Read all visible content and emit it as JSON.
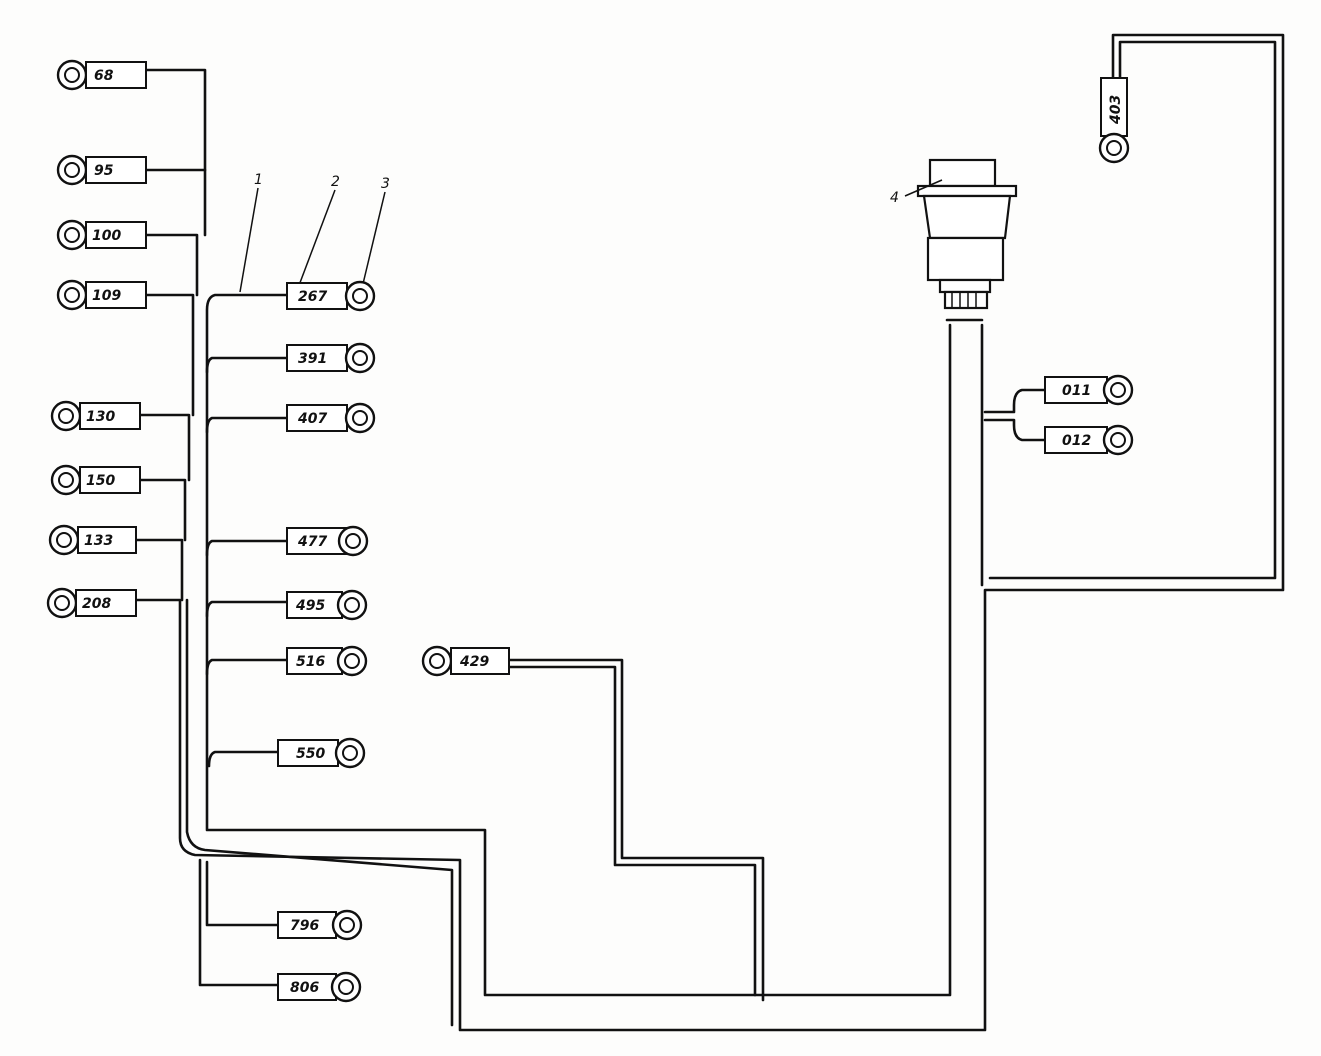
{
  "tags": {
    "t68": "68",
    "t95": "95",
    "t100": "100",
    "t109": "109",
    "t130": "130",
    "t150": "150",
    "t133": "133",
    "t208": "208",
    "t267": "267",
    "t391": "391",
    "t407": "407",
    "t477": "477",
    "t495": "495",
    "t516": "516",
    "t550": "550",
    "t796": "796",
    "t806": "806",
    "t429": "429",
    "t011": "011",
    "t012": "012",
    "t403": "403"
  },
  "callouts": {
    "c1": "1",
    "c2": "2",
    "c3": "3",
    "c4": "4"
  }
}
